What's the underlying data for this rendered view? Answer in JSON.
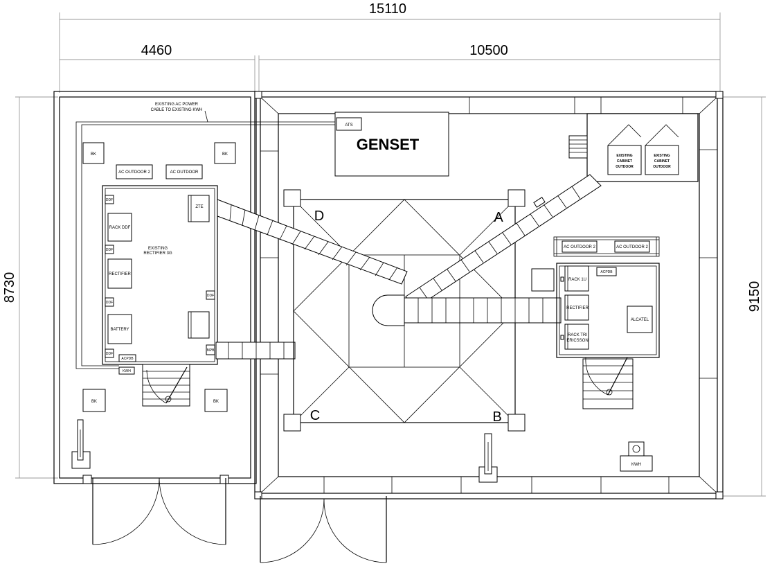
{
  "dimensions": {
    "total_width": "15110",
    "left_width": "4460",
    "right_width": "10500",
    "left_height": "8730",
    "right_height": "9150"
  },
  "tower": {
    "leg_a": "A",
    "leg_b": "B",
    "leg_c": "C",
    "leg_d": "D"
  },
  "left_room": {
    "cable_note_1": "EXISTING AC POWER",
    "cable_note_2": "CABLE TO EXISTING KWH",
    "bk_1": "BK",
    "bk_2": "BK",
    "bk_3": "BK",
    "bk_4": "BK",
    "ac_outdoor_2": "AC OUTDOOR 2",
    "ac_outdoor": "AC OUTDOOR",
    "shelter_label_1": "EXISTING",
    "shelter_label_2": "RECTIFIER 3G",
    "zte": "ZTE",
    "rack_ddf": "RACK DDF",
    "rectifier": "RECTIFIER",
    "battery": "BATTERY",
    "ddf": "DDF",
    "acpdb": "ACPDB",
    "kwh": "KWH",
    "mini": "MPB"
  },
  "right_room": {
    "ats": "ATS",
    "genset": "GENSET",
    "cabinet_1": [
      "EXISTING",
      "CABINET",
      "OUTDOOR"
    ],
    "cabinet_2": [
      "EXISTING",
      "CABINET",
      "OUTDOOR"
    ],
    "ac_outdoor_2a": "AC OUTDOOR 2",
    "ac_outdoor_2b": "AC OUTDOOR 2",
    "acpdb": "ACPDB",
    "rack_1": "RACK 1U",
    "rectifier": "RECTIFIER",
    "rack_tri_1": "RACK TRI",
    "rack_tri_2": "ERICSSON",
    "alcatel": "ALCATEL",
    "kwh": "KWH"
  }
}
